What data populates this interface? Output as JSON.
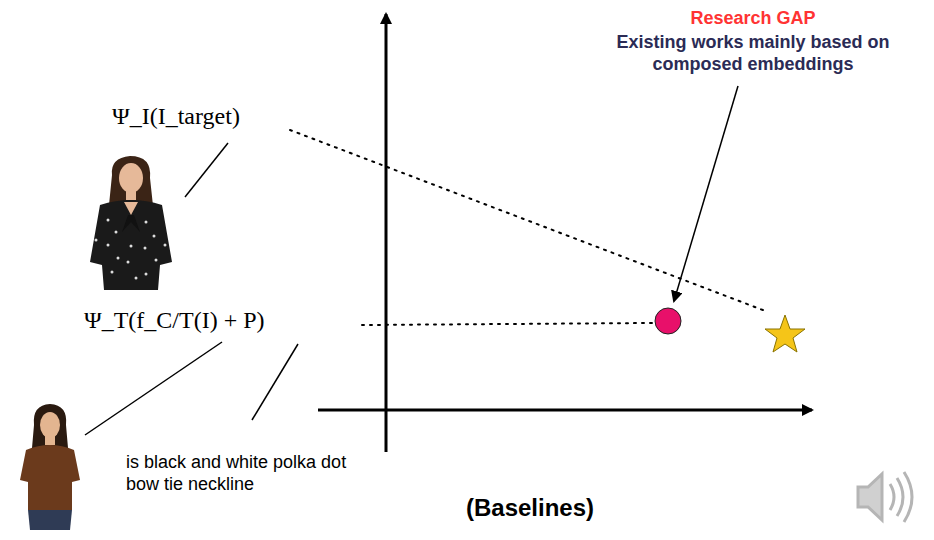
{
  "diagram": {
    "labels": [
      "Research GAP",
      "Existing works mainly based on composed embeddings",
      "Ψ_I(I_target)",
      "Ψ_T(f_C/T(I) + P)",
      "is black and white polka dot bow tie neckline",
      "(Baselines)"
    ]
  }
}
